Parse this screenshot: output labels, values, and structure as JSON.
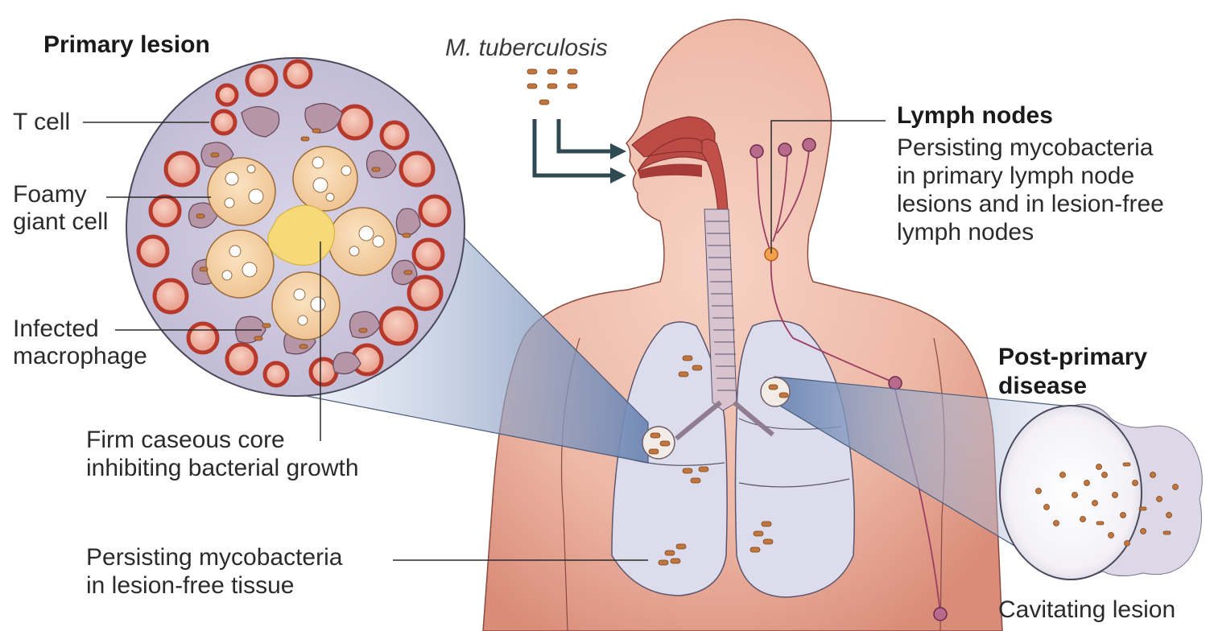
{
  "labels": {
    "primary_lesion": "Primary lesion",
    "t_cell": "T cell",
    "foamy_1": "Foamy",
    "foamy_2": "giant cell",
    "infected_1": "Infected",
    "infected_2": "macrophage",
    "core_1": "Firm caseous core",
    "core_2": "inhibiting bacterial growth",
    "persist_1": "Persisting mycobacteria",
    "persist_2": "in lesion-free tissue",
    "mtb": "M. tuberculosis",
    "lymph_title": "Lymph nodes",
    "lymph_1": "Persisting mycobacteria",
    "lymph_2": "in primary lymph node",
    "lymph_3": "lesions and in lesion-free",
    "lymph_4": "lymph nodes",
    "post_1": "Post-primary",
    "post_2": "disease",
    "cavitating": "Cavitating lesion"
  },
  "colors": {
    "skin": "#eeb8a6",
    "skin_dark": "#dc8f7c",
    "lung": "#d9d9ea",
    "airway": "#bc4a45",
    "zoom": "#9aaecd",
    "lymph": "#9b3f63",
    "arrow": "#2f4a52",
    "bacterium": "#c0763e"
  }
}
